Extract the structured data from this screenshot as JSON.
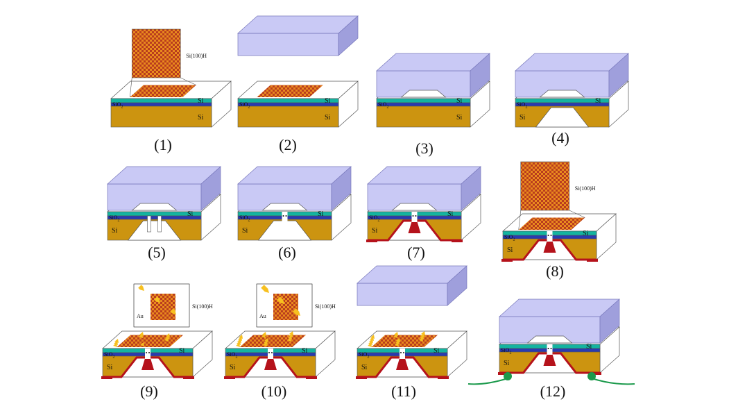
{
  "labels": {
    "si100h": "Si(100)H",
    "si": "Si",
    "sio2_main": "SiO",
    "sio2_sub": "2",
    "au": "Au"
  },
  "colors": {
    "chip_top": "#e98a1e",
    "chip_pattern": "#b93d1e",
    "glass": "#c9c9f5",
    "glass_side": "#9f9fdc",
    "glass_edge": "#7777bb",
    "si_top": "#14b4a0",
    "sio2": "#2a3ab0",
    "si_bulk": "#cc9410",
    "si_side": "#a87a0a",
    "electrode": "#b5121b",
    "gold": "#f7c020",
    "wire": "#1c9a4c",
    "outline": "#555555"
  },
  "steps": [
    {
      "label": "(1)"
    },
    {
      "label": "(2)"
    },
    {
      "label": "(3)"
    },
    {
      "label": "(4)"
    },
    {
      "label": "(5)"
    },
    {
      "label": "(6)"
    },
    {
      "label": "(7)"
    },
    {
      "label": "(8)"
    },
    {
      "label": "(9)"
    },
    {
      "label": "(10)"
    },
    {
      "label": "(11)"
    },
    {
      "label": "(12)"
    }
  ]
}
